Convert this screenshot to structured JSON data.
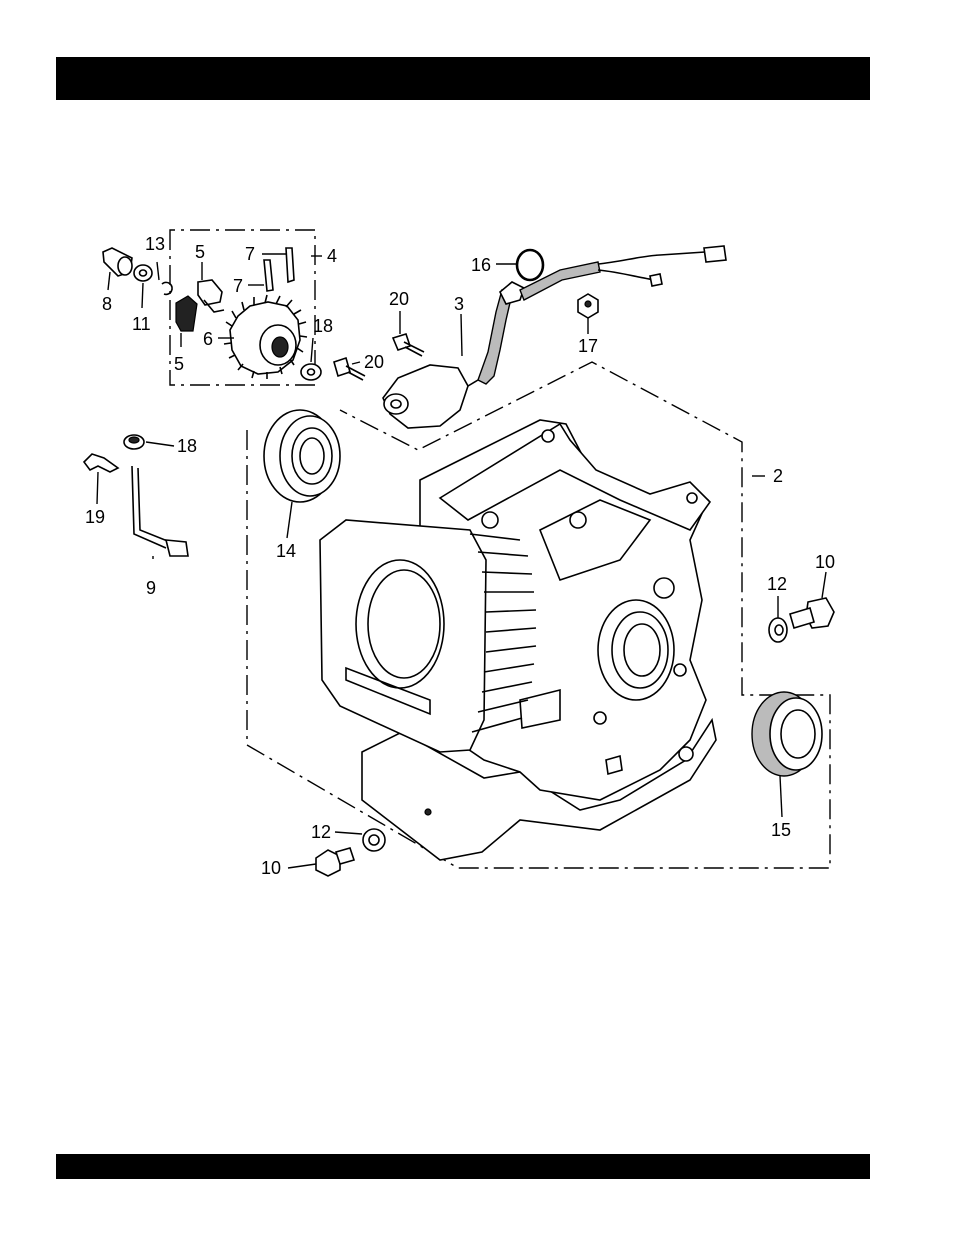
{
  "header": {
    "title": ""
  },
  "footer": {
    "text": ""
  },
  "diagram": {
    "callouts": [
      "2",
      "3",
      "4",
      "5",
      "5",
      "6",
      "7",
      "7",
      "8",
      "9",
      "10",
      "10",
      "11",
      "12",
      "12",
      "13",
      "14",
      "15",
      "16",
      "17",
      "18",
      "18",
      "19",
      "20",
      "20"
    ]
  }
}
